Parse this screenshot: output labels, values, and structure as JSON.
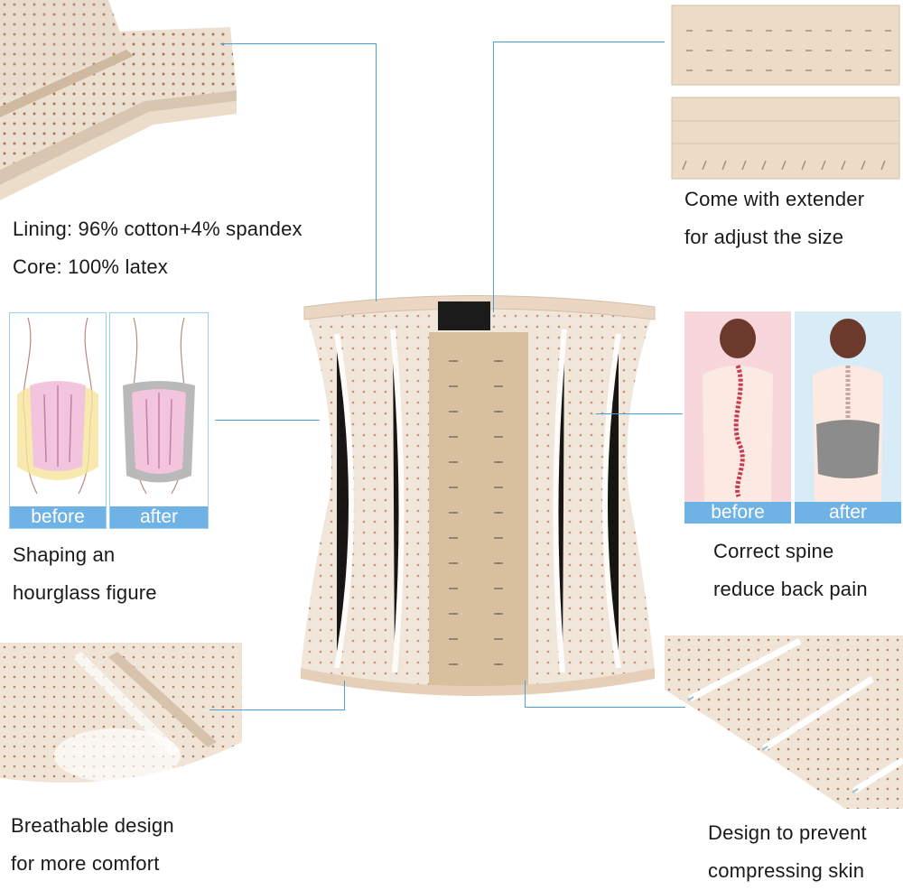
{
  "captions": {
    "lining": "Lining: 96% cotton+4% spandex",
    "core": "Core: 100% latex",
    "extender_line1": "Come with extender",
    "extender_line2": "for adjust the size",
    "shaping_line1": "Shaping an",
    "shaping_line2": "hourglass figure",
    "spine_line1": "Correct spine",
    "spine_line2": "reduce back pain",
    "breathable_line1": "Breathable design",
    "breathable_line2": "for more comfort",
    "prevent_line1": "Design to prevent",
    "prevent_line2": "compressing skin"
  },
  "badges": {
    "before_left": "before",
    "after_left": "after",
    "before_right": "before",
    "after_right": "after"
  },
  "colors": {
    "connector_line": "#4a9fd8",
    "badge_fill": "#6fb2e6",
    "fabric": "#efe5d8",
    "hook_panel": "#d8bf9e"
  },
  "icons": {
    "corset": "waist-trainer-corset",
    "hook_strip": "hook-and-eye-extender",
    "figure": "body-silhouette",
    "spine": "spine-figure"
  }
}
